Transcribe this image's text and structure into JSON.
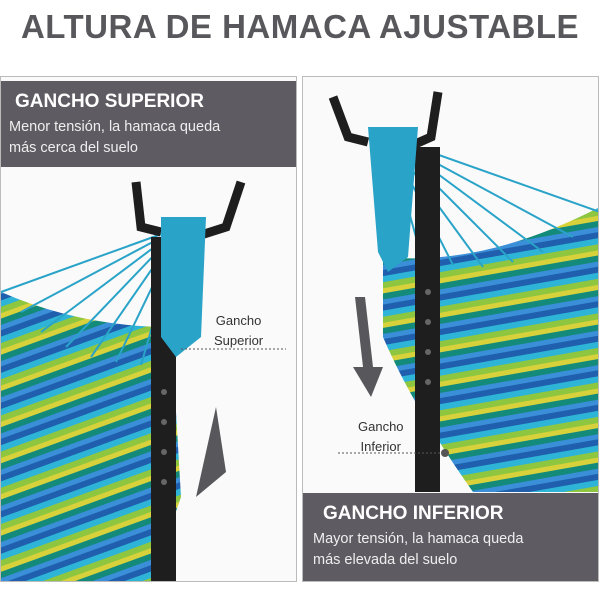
{
  "title": "ALTURA DE HAMACA AJUSTABLE",
  "left_panel": {
    "heading": "GANCHO SUPERIOR",
    "description_line1": "Menor tensión, la hamaca queda",
    "description_line2": "más cerca del suelo",
    "callout_line1": "Gancho",
    "callout_line2": "Superior",
    "arrow_direction": "up"
  },
  "right_panel": {
    "heading": "GANCHO INFERIOR",
    "description_line1": "Mayor tensión, la hamaca queda",
    "description_line2": "más elevada del suelo",
    "callout_line1": "Gancho",
    "callout_line2": "Inferior",
    "arrow_direction": "down"
  },
  "colors": {
    "box": "#5e5c62",
    "title": "#58575b",
    "stand": "#1e1e1e",
    "rope": "#2aa3c8"
  }
}
